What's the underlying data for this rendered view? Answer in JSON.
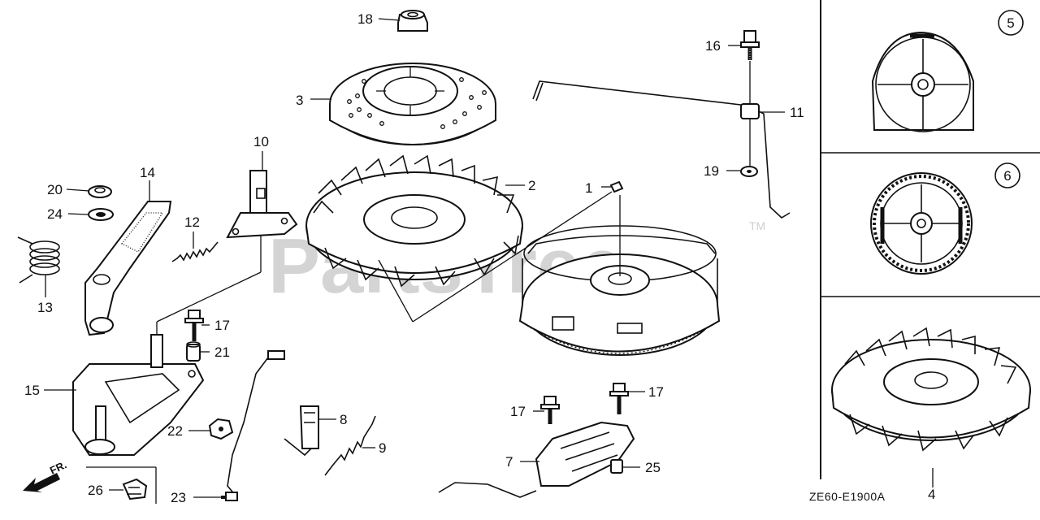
{
  "watermark": "PartsTree",
  "trademark": "TM",
  "diagram_code": "ZE60-E1900A",
  "direction_label": "FR.",
  "insets": {
    "top": "5",
    "middle": "6"
  },
  "callouts": [
    {
      "id": "c1",
      "text": "1"
    },
    {
      "id": "c2",
      "text": "2"
    },
    {
      "id": "c3",
      "text": "3"
    },
    {
      "id": "c4",
      "text": "4"
    },
    {
      "id": "c7",
      "text": "7"
    },
    {
      "id": "c8",
      "text": "8"
    },
    {
      "id": "c9",
      "text": "9"
    },
    {
      "id": "c10",
      "text": "10"
    },
    {
      "id": "c11",
      "text": "11"
    },
    {
      "id": "c12",
      "text": "12"
    },
    {
      "id": "c13",
      "text": "13"
    },
    {
      "id": "c14",
      "text": "14"
    },
    {
      "id": "c15",
      "text": "15"
    },
    {
      "id": "c16",
      "text": "16"
    },
    {
      "id": "c17a",
      "text": "17"
    },
    {
      "id": "c17b",
      "text": "17"
    },
    {
      "id": "c17c",
      "text": "17"
    },
    {
      "id": "c18",
      "text": "18"
    },
    {
      "id": "c19",
      "text": "19"
    },
    {
      "id": "c20",
      "text": "20"
    },
    {
      "id": "c21",
      "text": "21"
    },
    {
      "id": "c22",
      "text": "22"
    },
    {
      "id": "c23",
      "text": "23"
    },
    {
      "id": "c24",
      "text": "24"
    },
    {
      "id": "c25",
      "text": "25"
    },
    {
      "id": "c26",
      "text": "26"
    }
  ]
}
